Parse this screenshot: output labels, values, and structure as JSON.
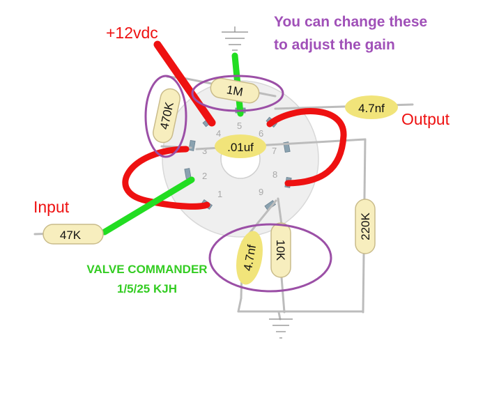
{
  "labels": {
    "supply": "+12vdc",
    "output": "Output",
    "input": "Input",
    "note_line1": "You can change these",
    "note_line2": "to adjust the gain",
    "credit_line1": "VALVE COMMANDER",
    "credit_line2": "1/5/25 KJH"
  },
  "pins": [
    "1",
    "2",
    "3",
    "4",
    "5",
    "6",
    "7",
    "8",
    "9"
  ],
  "components": {
    "r_1m": "1M",
    "r_470k": "470K",
    "c_01uf": ".01uf",
    "c_out": "4.7nf",
    "r_47k": "47K",
    "r_220k": "220K",
    "c_cath": "4.7nf",
    "r_10k": "10K"
  },
  "colors": {
    "supply_wire": "#ee1111",
    "ground_wire": "#22dd22",
    "resistor_body": "#f7eebe",
    "capacitor_body": "#f1e47a",
    "highlight_ring": "#9b4fa6",
    "output_text": "#ee1111",
    "credit_text": "#33cc22",
    "note_text": "#a050b8"
  }
}
